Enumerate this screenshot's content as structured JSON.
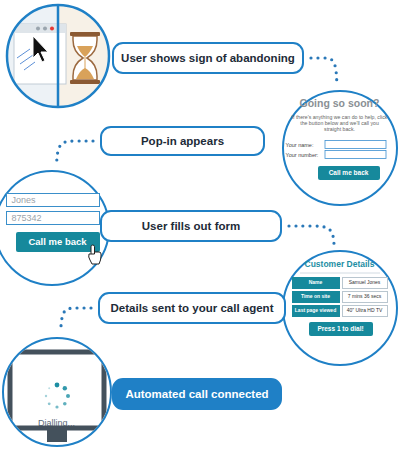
{
  "diagram": {
    "nodes": [
      {
        "text": [
          "User shows sign of abandoning"
        ]
      },
      {
        "text": [
          "Going so soon?",
          "If there's anything we can do to help, click the button below and we'll call you straight back.",
          "Your name:",
          "Your number:"
        ]
      },
      {
        "text": [
          "Call me back"
        ],
        "in": 1
      },
      {
        "text": [
          "Pop-in appears"
        ]
      },
      {
        "text": []
      },
      {
        "text": [
          "Jones"
        ],
        "in": 4
      },
      {
        "text": [
          "875342"
        ],
        "in": 4
      },
      {
        "text": [
          "Call me back"
        ],
        "in": 4
      },
      {
        "text": [
          "User fills out form"
        ]
      },
      {
        "text": [
          "Customer Details"
        ]
      },
      {
        "text": [
          "Name"
        ],
        "in": 9
      },
      {
        "text": [
          "Samuel Jones"
        ],
        "in": 9
      },
      {
        "text": [
          "Time on site"
        ],
        "in": 9
      },
      {
        "text": [
          "7 mins 36 secs"
        ],
        "in": 9
      },
      {
        "text": [
          "Last page viewed"
        ],
        "in": 9
      },
      {
        "text": [
          "40\" Ultra HD TV"
        ],
        "in": 9
      },
      {
        "text": [
          "Press 1 to dial!"
        ],
        "in": 9
      },
      {
        "text": [
          "Details sent to your call agent"
        ]
      },
      {
        "text": [
          "Dialling..."
        ]
      },
      {
        "text": [
          "Automated call connected"
        ]
      }
    ],
    "edges": [
      {
        "from": 0,
        "to": 1,
        "arrow": "none"
      },
      {
        "from": 3,
        "to": 4,
        "arrow": "none"
      },
      {
        "from": 8,
        "to": 9,
        "arrow": "none"
      },
      {
        "from": 17,
        "to": 18,
        "arrow": "none"
      }
    ]
  }
}
